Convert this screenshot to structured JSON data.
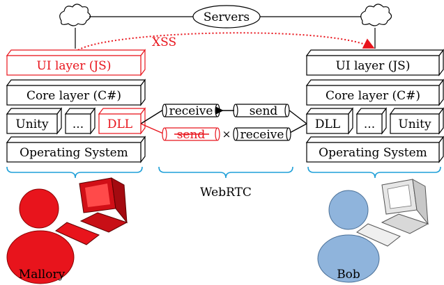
{
  "servers_label": "Servers",
  "attack_label": "XSS",
  "webrtc_label": "WebRTC",
  "left": {
    "user_name": "Mallory",
    "ui_layer": "UI layer (JS)",
    "core_layer": "Core layer (C#)",
    "unity": "Unity",
    "ellipsis": "...",
    "dll": "DLL",
    "os": "Operating System"
  },
  "right": {
    "user_name": "Bob",
    "ui_layer": "UI layer (JS)",
    "core_layer": "Core layer (C#)",
    "unity": "Unity",
    "ellipsis": "...",
    "dll": "DLL",
    "os": "Operating System"
  },
  "channel": {
    "top_left": "receive",
    "top_right": "send",
    "bottom_left": "send",
    "bottom_right": "receive",
    "blocked_mark": "×"
  },
  "colors": {
    "attacker": "#e8141c",
    "accent_blue": "#1e9fd8",
    "victim_blue": "#8fb4dc"
  }
}
